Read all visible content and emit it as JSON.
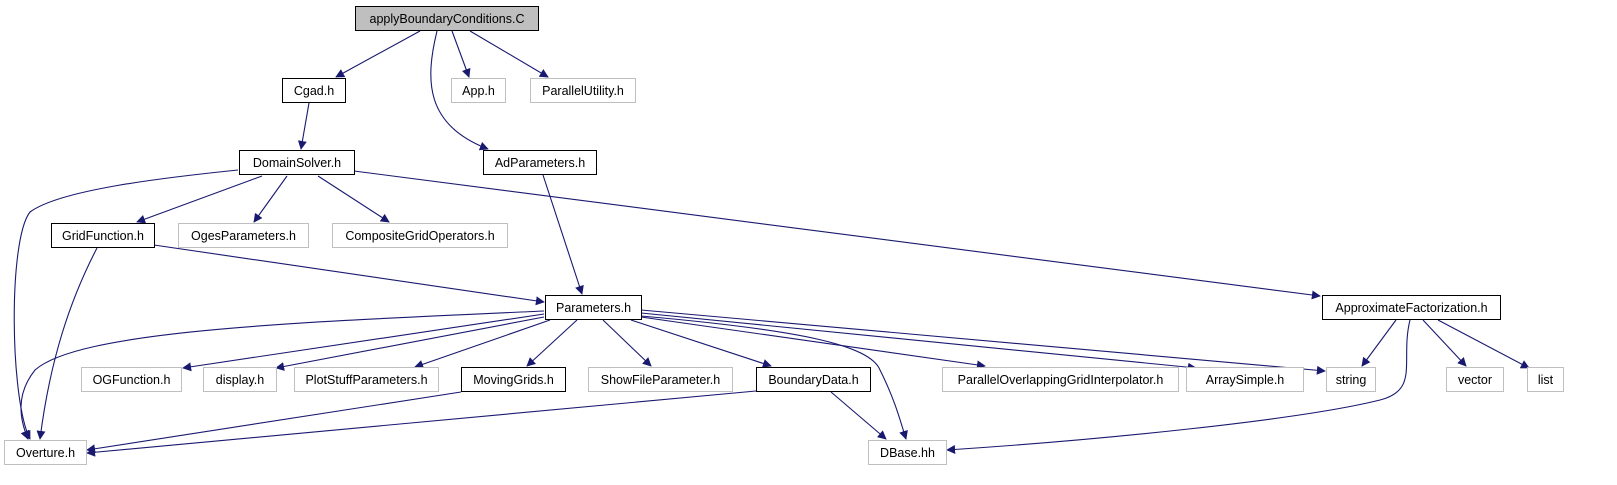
{
  "colors": {
    "root_fill": "#bfbfbf",
    "documented_border": "#000000",
    "external_border": "#bfbfbf",
    "edge": "#191970",
    "text": "#000000"
  },
  "nodes": {
    "root": {
      "label": "applyBoundaryConditions.C",
      "kind": "root"
    },
    "cgad": {
      "label": "Cgad.h",
      "kind": "documented"
    },
    "app": {
      "label": "App.h",
      "kind": "external"
    },
    "parallelutil": {
      "label": "ParallelUtility.h",
      "kind": "external"
    },
    "domainsolver": {
      "label": "DomainSolver.h",
      "kind": "documented"
    },
    "adparams": {
      "label": "AdParameters.h",
      "kind": "documented"
    },
    "gridfunction": {
      "label": "GridFunction.h",
      "kind": "documented"
    },
    "ogesparams": {
      "label": "OgesParameters.h",
      "kind": "external"
    },
    "compositeops": {
      "label": "CompositeGridOperators.h",
      "kind": "external"
    },
    "parameters": {
      "label": "Parameters.h",
      "kind": "documented"
    },
    "approxfact": {
      "label": "ApproximateFactorization.h",
      "kind": "documented"
    },
    "ogfunction": {
      "label": "OGFunction.h",
      "kind": "external"
    },
    "display": {
      "label": "display.h",
      "kind": "external"
    },
    "plotstuff": {
      "label": "PlotStuffParameters.h",
      "kind": "external"
    },
    "movinggrids": {
      "label": "MovingGrids.h",
      "kind": "documented"
    },
    "showfile": {
      "label": "ShowFileParameter.h",
      "kind": "external"
    },
    "boundarydata": {
      "label": "BoundaryData.h",
      "kind": "documented"
    },
    "parallelinterp": {
      "label": "ParallelOverlappingGridInterpolator.h",
      "kind": "external"
    },
    "arraysimple": {
      "label": "ArraySimple.h",
      "kind": "external"
    },
    "string": {
      "label": "string",
      "kind": "external"
    },
    "vector": {
      "label": "vector",
      "kind": "external"
    },
    "list": {
      "label": "list",
      "kind": "external"
    },
    "overture": {
      "label": "Overture.h",
      "kind": "external"
    },
    "dbase": {
      "label": "DBase.hh",
      "kind": "external"
    }
  },
  "edges": [
    {
      "from": "root",
      "to": "cgad"
    },
    {
      "from": "root",
      "to": "app"
    },
    {
      "from": "root",
      "to": "parallelutil"
    },
    {
      "from": "root",
      "to": "adparams"
    },
    {
      "from": "cgad",
      "to": "domainsolver"
    },
    {
      "from": "domainsolver",
      "to": "overture"
    },
    {
      "from": "domainsolver",
      "to": "gridfunction"
    },
    {
      "from": "domainsolver",
      "to": "ogesparams"
    },
    {
      "from": "domainsolver",
      "to": "compositeops"
    },
    {
      "from": "domainsolver",
      "to": "approxfact"
    },
    {
      "from": "adparams",
      "to": "parameters"
    },
    {
      "from": "gridfunction",
      "to": "parameters"
    },
    {
      "from": "gridfunction",
      "to": "overture"
    },
    {
      "from": "parameters",
      "to": "overture"
    },
    {
      "from": "parameters",
      "to": "ogfunction"
    },
    {
      "from": "parameters",
      "to": "display"
    },
    {
      "from": "parameters",
      "to": "plotstuff"
    },
    {
      "from": "parameters",
      "to": "movinggrids"
    },
    {
      "from": "parameters",
      "to": "showfile"
    },
    {
      "from": "parameters",
      "to": "boundarydata"
    },
    {
      "from": "parameters",
      "to": "dbase"
    },
    {
      "from": "parameters",
      "to": "parallelinterp"
    },
    {
      "from": "parameters",
      "to": "arraysimple"
    },
    {
      "from": "parameters",
      "to": "string"
    },
    {
      "from": "approxfact",
      "to": "string"
    },
    {
      "from": "approxfact",
      "to": "dbase"
    },
    {
      "from": "approxfact",
      "to": "vector"
    },
    {
      "from": "approxfact",
      "to": "list"
    },
    {
      "from": "movinggrids",
      "to": "overture"
    },
    {
      "from": "boundarydata",
      "to": "overture"
    },
    {
      "from": "boundarydata",
      "to": "dbase"
    }
  ]
}
